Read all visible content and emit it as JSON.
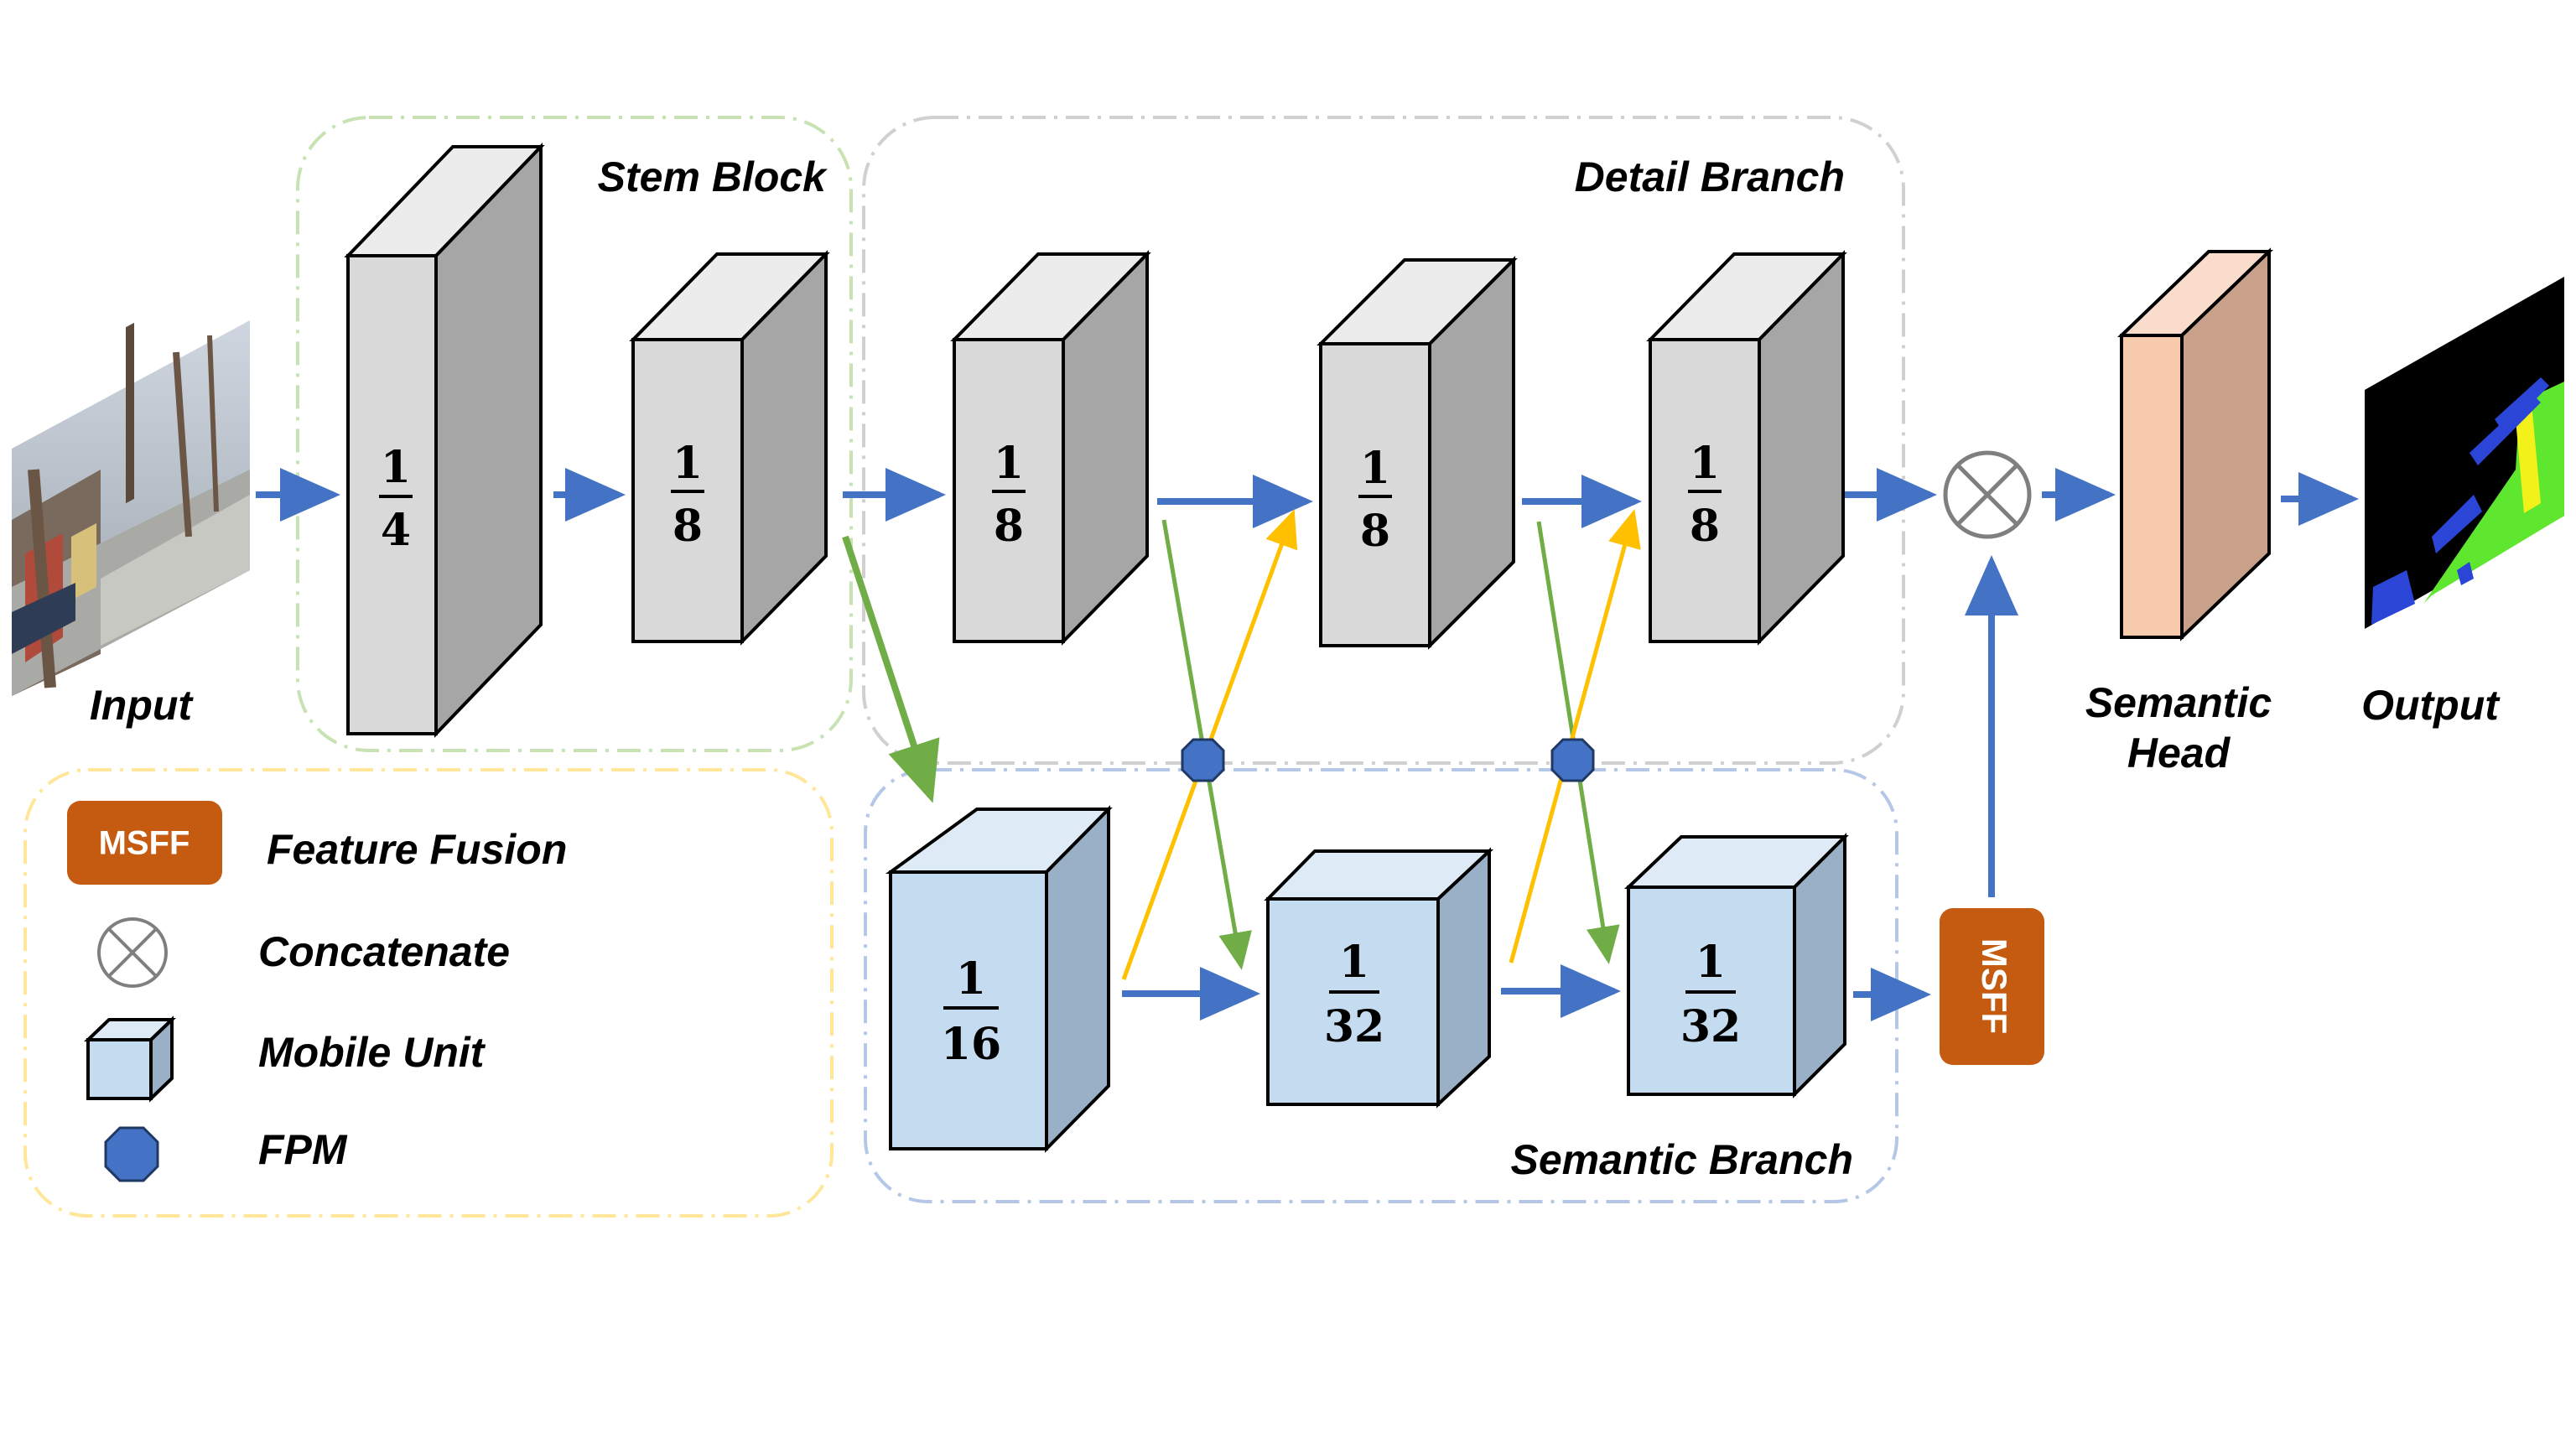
{
  "colors": {
    "arrow_blue": "#4472c4",
    "arrow_green": "#70ad47",
    "arrow_yellow": "#ffc000",
    "gray_front": "#d9d9d9",
    "gray_side": "#a6a6a6",
    "blue_front": "#c5dcf0",
    "blue_side": "#9ab0c7",
    "head_front": "#f7caac",
    "head_side": "#c9a08a",
    "msff": "#c55a11",
    "fpm": "#4472c4",
    "stem_border": "#c9e2b3",
    "detail_border": "#d0d0d0",
    "semantic_border": "#b4c7e7",
    "legend_border": "#ffe699"
  },
  "labels": {
    "input": "Input",
    "stem_block": "Stem Block",
    "detail_branch": "Detail Branch",
    "semantic_branch": "Semantic Branch",
    "semantic_head_line1": "Semantic",
    "semantic_head_line2": "Head",
    "output": "Output"
  },
  "blocks": {
    "stem1": {
      "num": "1",
      "den": "4"
    },
    "stem2": {
      "num": "1",
      "den": "8"
    },
    "detail1": {
      "num": "1",
      "den": "8"
    },
    "detail2": {
      "num": "1",
      "den": "8"
    },
    "detail3": {
      "num": "1",
      "den": "8"
    },
    "sem1": {
      "num": "1",
      "den": "16"
    },
    "sem2": {
      "num": "1",
      "den": "32"
    },
    "sem3": {
      "num": "1",
      "den": "32"
    }
  },
  "msff_label": "MSFF",
  "legend": {
    "msff_badge": "MSFF",
    "feature_fusion": "Feature Fusion",
    "concatenate": "Concatenate",
    "mobile_unit": "Mobile Unit",
    "fpm": "FPM"
  },
  "icons": {
    "concat": "circle-cross-icon",
    "fpm": "octagon-icon",
    "mobile_unit": "cube-icon"
  }
}
